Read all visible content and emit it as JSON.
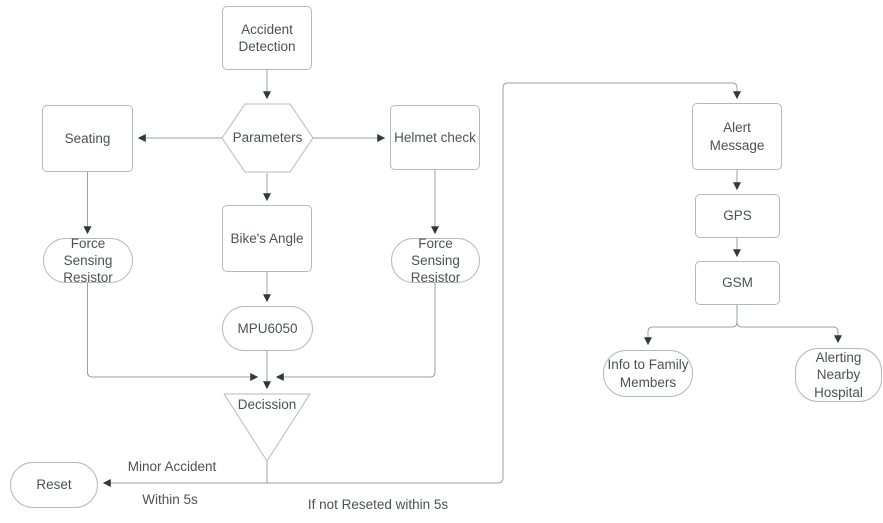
{
  "diagram": {
    "nodes": {
      "accident_detection": "Accident Detection",
      "parameters": "Parameters",
      "seating": "Seating",
      "helmet_check": "Helmet check",
      "force_sensing_resistor_left": "Force Sensing Resistor",
      "bikes_angle": "Bike's Angle",
      "force_sensing_resistor_right": "Force Sensing Resistor",
      "mpu6050": "MPU6050",
      "decision": "Decission",
      "reset": "Reset",
      "alert_message": "Alert Message",
      "gps": "GPS",
      "gsm": "GSM",
      "info_to_family": "Info to Family Members",
      "alerting_hospital": "Alerting Nearby Hospital"
    },
    "edge_labels": {
      "minor_accident": "Minor Accident",
      "within_5s": "Within 5s",
      "if_not_reseted": "If not Reseted within 5s"
    },
    "colors": {
      "background": "#ffffff",
      "line": "#9aa0a4",
      "border": "#b5b9bd",
      "arrow": "#33383c",
      "text": "#4d5156"
    }
  }
}
